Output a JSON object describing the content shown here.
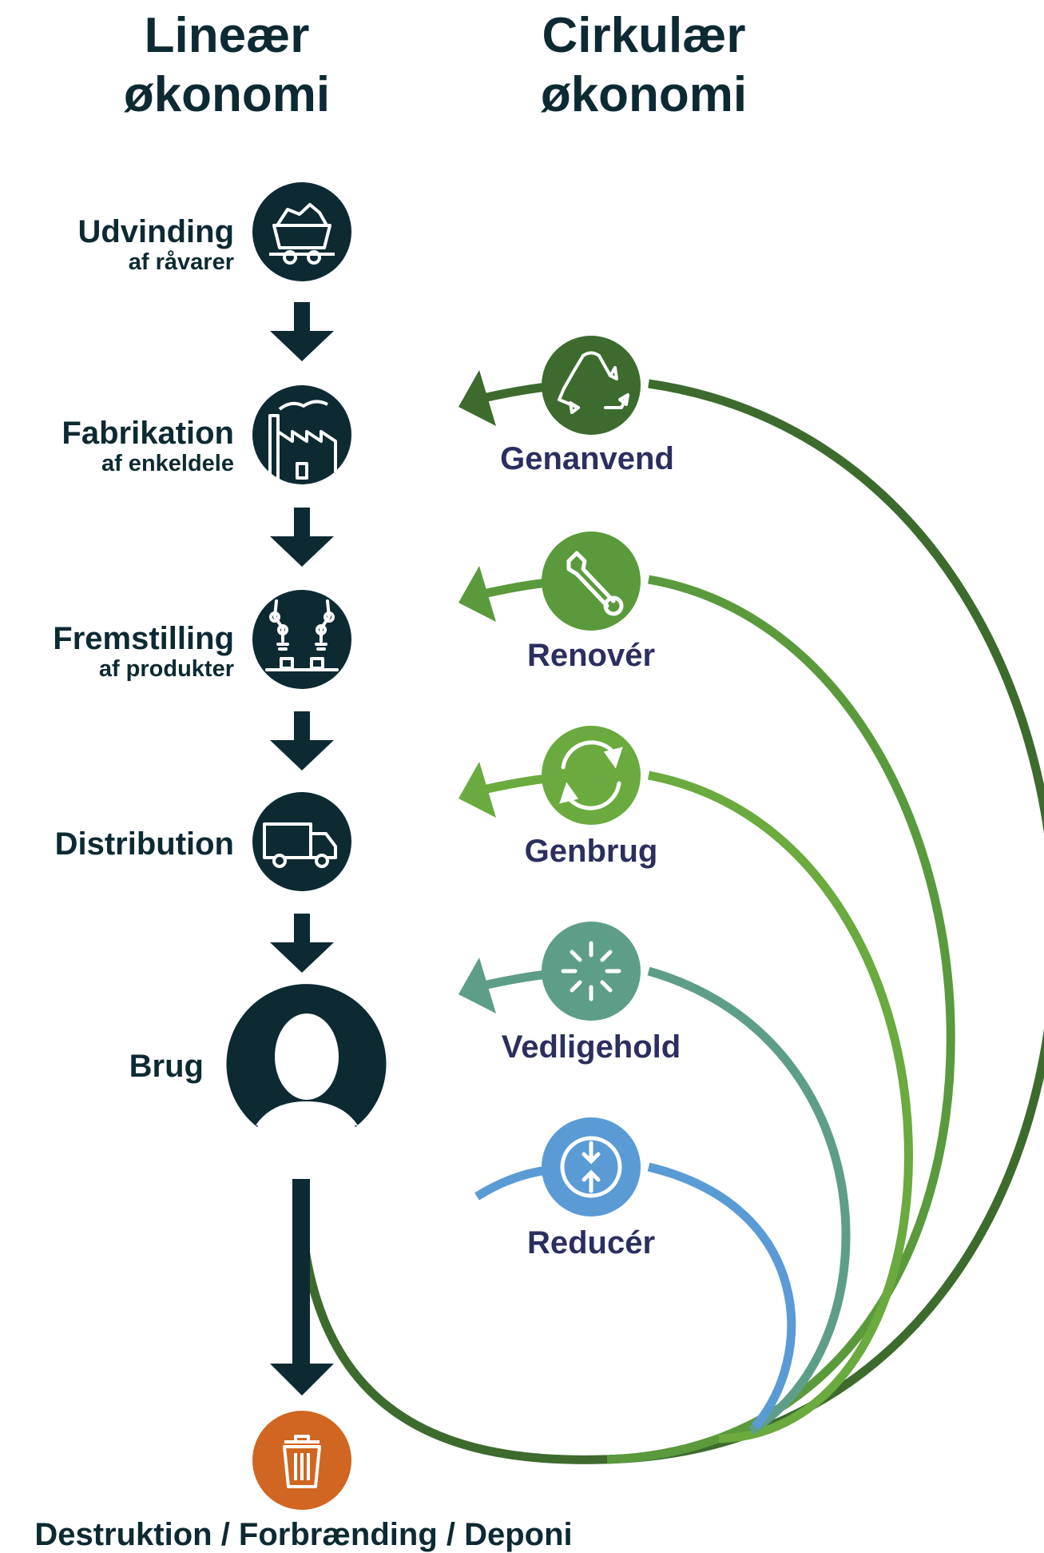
{
  "titles": {
    "linear": [
      "Lineær",
      "økonomi"
    ],
    "circular": [
      "Cirkulær",
      "økonomi"
    ]
  },
  "linear_stages": [
    {
      "main": "Udvinding",
      "sub": "af råvarer",
      "icon": "mine-cart-icon"
    },
    {
      "main": "Fabrikation",
      "sub": "af enkeldele",
      "icon": "factory-icon"
    },
    {
      "main": "Fremstilling",
      "sub": "af produkter",
      "icon": "robot-arms-icon"
    },
    {
      "main": "Distribution",
      "sub": "",
      "icon": "truck-icon"
    },
    {
      "main": "Brug",
      "sub": "",
      "icon": "person-icon"
    }
  ],
  "circular_stages": [
    {
      "label": "Genanvend",
      "icon": "recycle-icon",
      "color": "#3d6b2e"
    },
    {
      "label": "Renovér",
      "icon": "wrench-icon",
      "color": "#5a9a3c"
    },
    {
      "label": "Genbrug",
      "icon": "reuse-arrows-icon",
      "color": "#6aaa3e"
    },
    {
      "label": "Vedligehold",
      "icon": "maintain-spark-icon",
      "color": "#5e9e88"
    },
    {
      "label": "Reducér",
      "icon": "reduce-icon",
      "color": "#5a9bd5"
    }
  ],
  "final": {
    "label": "Destruktion / Forbrænding / Deponi",
    "icon": "trash-icon",
    "color": "#d06621"
  },
  "colors": {
    "dark": "#0d2a33",
    "label_blue": "#2b2f5f"
  }
}
